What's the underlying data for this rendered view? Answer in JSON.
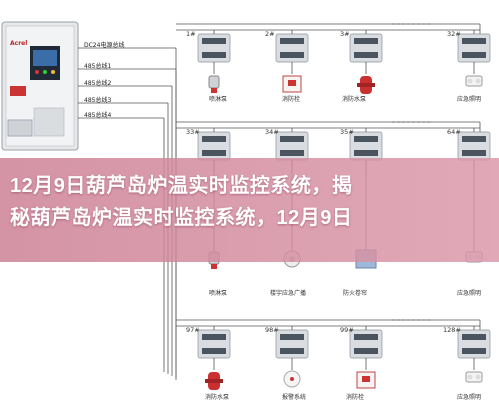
{
  "headline": {
    "line1": "12月9日葫芦岛炉温实时监控系统，揭",
    "line2": "秘葫芦岛炉温实时监控系统，12月9日"
  },
  "controller": {
    "brand": "Acrel"
  },
  "buses": [
    {
      "label": "DC24电源总线"
    },
    {
      "label": "485总线1"
    },
    {
      "label": "485总线2"
    },
    {
      "label": "485总线3"
    },
    {
      "label": "485总线4"
    }
  ],
  "rows": [
    {
      "modules": [
        "1#",
        "2#",
        "3#",
        "32#"
      ],
      "devices": [
        "喷淋泵",
        "消防栓",
        "消防水泵",
        "应急照明"
      ]
    },
    {
      "modules": [
        "33#",
        "34#",
        "35#",
        "64#"
      ],
      "devices": [
        "喷淋泵",
        "楼宇应急广播",
        "防火卷帘",
        "应急照明"
      ]
    },
    {
      "modules": [
        "97#",
        "98#",
        "99#",
        "128#"
      ],
      "devices": [
        "消防水泵",
        "报警系统",
        "消防栓",
        "应急照明"
      ]
    }
  ],
  "colors": {
    "line": "#555555",
    "module": "#d9dde2",
    "banner": "#cf8aa0"
  }
}
